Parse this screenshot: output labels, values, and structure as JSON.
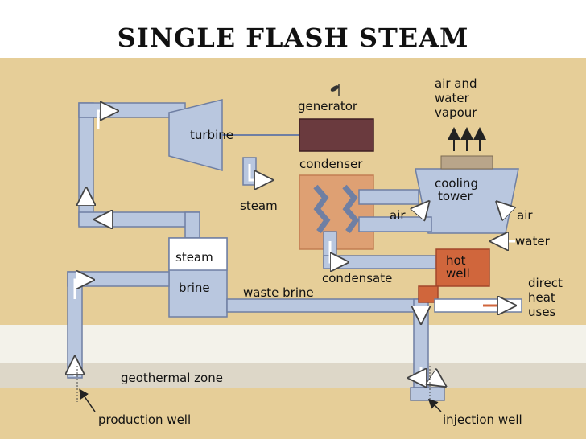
{
  "title": "SINGLE FLASH STEAM",
  "labels": {
    "generator": "generator",
    "turbine": "turbine",
    "condenser": "condenser",
    "steam_out": "steam",
    "steam_tank": "steam",
    "brine_tank": "brine",
    "waste_brine": "waste brine",
    "condensate": "condensate",
    "hot_well_1": "hot",
    "hot_well_2": "well",
    "cooling_tower_1": "cooling",
    "cooling_tower_2": "tower",
    "air_left": "air",
    "air_right": "air",
    "water": "water",
    "air_vapour_1": "air and",
    "air_vapour_2": "water",
    "air_vapour_3": "vapour",
    "direct_1": "direct",
    "direct_2": "heat",
    "direct_3": "uses",
    "geothermal_zone": "geothermal zone",
    "production_well": "production well",
    "injection_well": "injection well"
  },
  "colors": {
    "background": "#e6ce98",
    "pipe": "#b9c7df",
    "pipe_edge": "#6f7fa3",
    "generator": "#6a3a3e",
    "condenser": "#dea073",
    "hot_well": "#d0663c",
    "ground": "#f3f2ea"
  }
}
